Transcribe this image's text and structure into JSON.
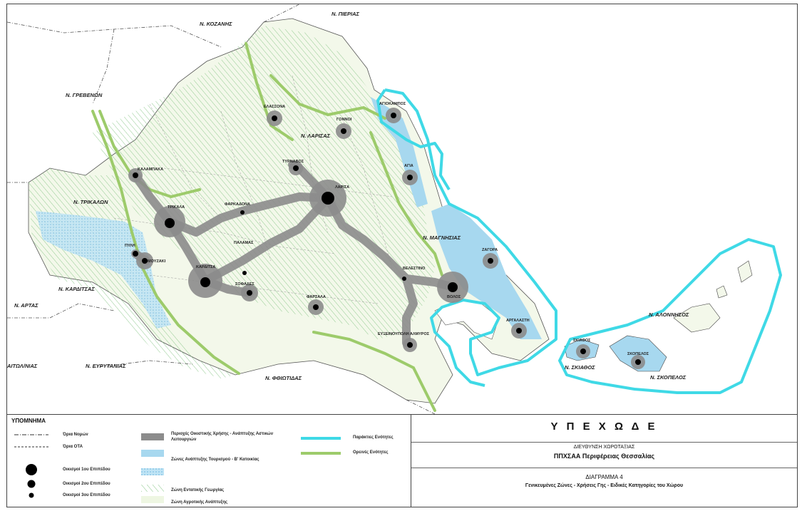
{
  "map": {
    "regions": {
      "kozani": "Ν. ΚΟΖΑΝΗΣ",
      "pieria": "Ν. ΠΙΕΡΙΑΣ",
      "grevena": "Ν. ΓΡΕΒΕΝΩΝ",
      "larisa": "Ν. ΛΑΡΙΣΑΣ",
      "trikala": "Ν. ΤΡΙΚΑΛΩΝ",
      "magnisia": "Ν. ΜΑΓΝΗΣΙΑΣ",
      "karditsa": "Ν. ΚΑΡΔΙΤΣΑΣ",
      "arta": "Ν. ΑΡΤΑΣ",
      "aitoloakarnania": "ΑΙΤΩΛ/ΝΙΑΣ",
      "evrytania": "Ν. ΕΥΡΥΤΑΝΙΑΣ",
      "fthiotida": "Ν. ΦΘΙΩΤΙΔΑΣ",
      "alonnisos": "Ν. ΑΛΟΝΝΗΣΟΣ",
      "skiathos": "Ν. ΣΚΙΑΘΟΣ",
      "skopelos": "Ν. ΣΚΟΠΕΛΟΣ"
    },
    "settlements": {
      "elassona": "ΕΛΑΣΣΟΝΑ",
      "tyrnavos": "ΤΥΡΝΑΒΟΣ",
      "gonnoi": "ΓΟΝΝΟΙ",
      "kalampaka": "ΚΑΛΑΜΠΑΚΑ",
      "trikala": "ΤΡΙΚΑΛΑ",
      "farkadona": "ΦΑΡΚΑΔΟΝΑ",
      "larisa": "ΛΑΡΙΣΑ",
      "agia": "ΑΓΙΑ",
      "pyli": "ΠΥΛΗ",
      "mouzaki": "ΜΟΥΖΑΚΙ",
      "palamas": "ΠΑΛΑΜΑΣ",
      "karditsa": "ΚΑΡΔΙΤΣΑ",
      "sofades": "ΣΟΦΑΔΕΣ",
      "farsala": "ΦΑΡΣΑΛΑ",
      "velestino": "ΒΕΛΕΣΤΙΝΟ",
      "volos": "ΒΟΛΟΣ",
      "zagora": "ΖΑΓΟΡΑ",
      "argalasti": "ΑΡΓΑΛΑΣΤΗ",
      "almyros": "ΕΥΞΕΙΝΟΥΠΟΛΗ ΑΛΜΥΡΟΣ",
      "skiathos": "ΣΚΙΑΘΟΣ",
      "skopelos": "ΣΚΟΠΕΛΟΣ",
      "agiokampos": "ΑΓΙΟΚΑΜΠΟΣ"
    },
    "colors": {
      "land": "#f7f7f2",
      "thessaly": "#f4f8ec",
      "sea": "#a9dcef",
      "hatch_green": "#8fc98a",
      "urban_grey": "#8c8c8c",
      "coastal_cyan": "#3fd9e6",
      "mountain_green": "#9dcb6b",
      "tourism_blue": "#9fd3ee"
    }
  },
  "legend": {
    "title": "ΥΠΟΜΝΗΜΑ",
    "items": {
      "nomoi_bounds": "Όρια Νομών",
      "ota_bounds": "Όρια ΟΤΑ",
      "tier1": "Οικισμοί 1ου Επιπέδου",
      "tier2": "Οικισμοί 2ου Επιπέδου",
      "tier3": "Οικισμοί 3ου Επιπέδου",
      "urban_zone": "Περιοχές Οικιστικής Χρήσης - Ανάπτυξης Αστικών Λειτουργιών",
      "tourism_zone": "Ζώνες Ανάπτυξης Τουρισμού - Β' Κατοικίας",
      "intensive_agri": "Ζώνη Εντατικής Γεωργίας",
      "agri_dev": "Ζώνη Αγροτικής Ανάπτυξης",
      "coastal": "Παράκτιες Ενότητες",
      "mountain": "Ορεινές Ενότητες"
    }
  },
  "title_block": {
    "org": "Υ Π Ε Χ Ω Δ Ε",
    "directorate": "ΔΙΕΥΘΥΝΣΗ ΧΩΡΟΤΑΞΙΑΣ",
    "plan": "ΠΠΧΣΑΑ Περιφέρειας Θεσσαλίας",
    "diagram_prefix": "ΔΙΑΓΡΑΜΜΑ",
    "diagram_no": "4",
    "subtitle": "Γενικευμένες Ζώνες - Χρήσεις Γης - Ειδικές Κατηγορίες του Χώρου"
  }
}
